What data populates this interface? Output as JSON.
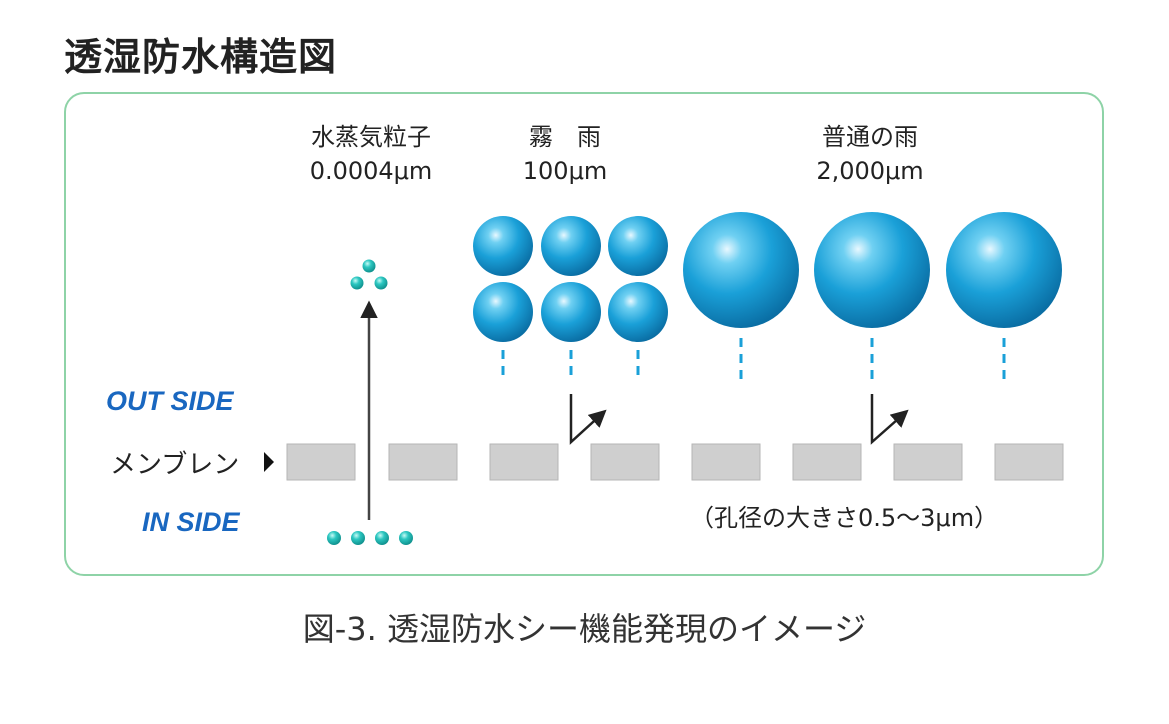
{
  "title": "透湿防水構造図",
  "particles": {
    "vapor": {
      "name": "水蒸気粒子",
      "size": "0.0004μm"
    },
    "mist": {
      "name": "霧　雨",
      "size": "100μm"
    },
    "rain": {
      "name": "普通の雨",
      "size": "2,000μm"
    }
  },
  "labels": {
    "out_side": "OUT SIDE",
    "in_side": "IN SIDE",
    "membrane": "メンブレン",
    "pore_size": "（孔径の大きさ0.5〜3μm）"
  },
  "caption": "図-3.  透湿防水シー機能発現のイメージ",
  "colors": {
    "frame": "#8ed3a7",
    "droplet": "#1a9fd6",
    "vapor": "#22bdb9",
    "membrane": "#cfcfcf",
    "side_label": "#1967c0"
  }
}
